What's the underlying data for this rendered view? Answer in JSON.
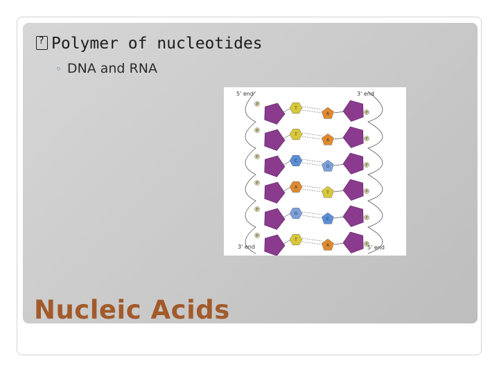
{
  "slide": {
    "bullet_main": "Polymer of nucleotides",
    "bullet_sub": "DNA and RNA",
    "title": "Nucleic Acids"
  },
  "figure": {
    "labels": {
      "top_left": "5' end",
      "top_right": "3' end",
      "bottom_left": "3' end",
      "bottom_right": "5' end"
    },
    "pairs": [
      {
        "left": "T",
        "right": "A"
      },
      {
        "left": "T",
        "right": "A"
      },
      {
        "left": "C",
        "right": "G"
      },
      {
        "left": "A",
        "right": "T"
      },
      {
        "left": "G",
        "right": "C"
      },
      {
        "left": "T",
        "right": "A"
      }
    ],
    "phosphate_label": "P",
    "colors": {
      "sugar": "#8a3b8e",
      "T": "#d9c83a",
      "A": "#e08a2e",
      "C": "#5b8ed6",
      "G": "#7da0dd",
      "phosphate": "#d8d0a0"
    }
  }
}
